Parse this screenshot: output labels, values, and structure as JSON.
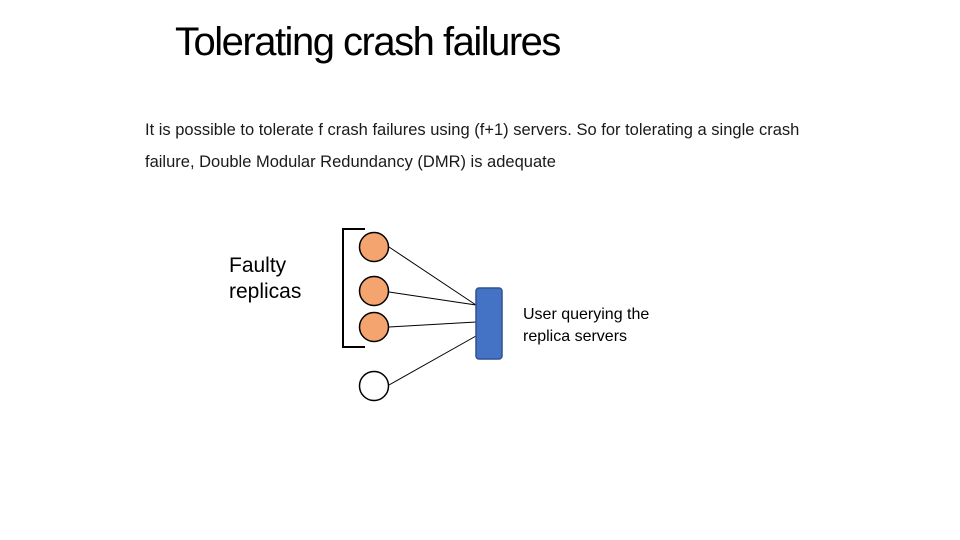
{
  "slide": {
    "title": "Tolerating crash failures",
    "body": "It is possible to tolerate f crash failures using (f+1) servers. So for tolerating a single crash failure, Double Modular Redundancy (DMR) is adequate"
  },
  "diagram": {
    "faulty_label": "Faulty replicas",
    "user_label": "User querying the replica servers",
    "replicas": [
      {
        "state": "faulty"
      },
      {
        "state": "faulty"
      },
      {
        "state": "faulty"
      },
      {
        "state": "correct"
      }
    ]
  },
  "colors": {
    "faulty_fill": "#F4A46E",
    "correct_fill": "#FFFFFF",
    "user_fill": "#4472C4",
    "user_stroke": "#2F528F"
  }
}
